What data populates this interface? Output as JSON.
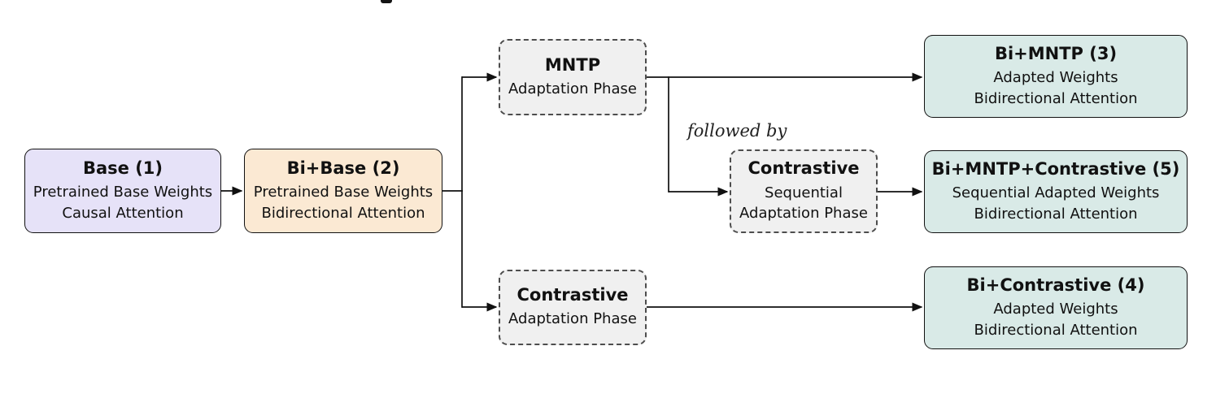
{
  "figure": {
    "type": "flow-diagram",
    "followed_by_label": "followed by",
    "nodes": {
      "base": {
        "title": "Base (1)",
        "lines": [
          "Pretrained Base Weights",
          "Causal Attention"
        ],
        "fill": "#e6e2f8",
        "border": "solid"
      },
      "bi_base": {
        "title": "Bi+Base (2)",
        "lines": [
          "Pretrained Base Weights",
          "Bidirectional Attention"
        ],
        "fill": "#fbe9d3",
        "border": "solid"
      },
      "mntp": {
        "title": "MNTP",
        "lines": [
          "Adaptation Phase"
        ],
        "fill": "#f0f0f0",
        "border": "dashed"
      },
      "contrastive_sequential": {
        "title": "Contrastive",
        "lines": [
          "Sequential",
          "Adaptation Phase"
        ],
        "fill": "#f0f0f0",
        "border": "dashed"
      },
      "contrastive": {
        "title": "Contrastive",
        "lines": [
          "Adaptation Phase"
        ],
        "fill": "#f0f0f0",
        "border": "dashed"
      },
      "bi_mntp": {
        "title": "Bi+MNTP (3)",
        "lines": [
          "Adapted Weights",
          "Bidirectional Attention"
        ],
        "fill": "#d9eae7",
        "border": "solid"
      },
      "bi_mntp_contrastive": {
        "title": "Bi+MNTP+Contrastive (5)",
        "lines": [
          "Sequential Adapted Weights",
          "Bidirectional Attention"
        ],
        "fill": "#d9eae7",
        "border": "solid"
      },
      "bi_contrastive": {
        "title": "Bi+Contrastive (4)",
        "lines": [
          "Adapted Weights",
          "Bidirectional Attention"
        ],
        "fill": "#d9eae7",
        "border": "solid"
      }
    },
    "edges": [
      {
        "from": "base",
        "to": "bi_base",
        "arrow": true
      },
      {
        "from": "bi_base",
        "to": "branch-junction",
        "arrow": false
      },
      {
        "from": "branch-junction",
        "to": "mntp",
        "arrow": true
      },
      {
        "from": "branch-junction",
        "to": "contrastive",
        "arrow": true
      },
      {
        "from": "mntp",
        "to": "bi_mntp",
        "arrow": true
      },
      {
        "from": "mntp",
        "to": "contrastive_sequential",
        "arrow": true,
        "label": "followed by"
      },
      {
        "from": "contrastive_sequential",
        "to": "bi_mntp_contrastive",
        "arrow": true
      },
      {
        "from": "contrastive",
        "to": "bi_contrastive",
        "arrow": true
      }
    ],
    "colors": {
      "base_fill": "#e6e2f8",
      "bi_base_fill": "#fbe9d3",
      "phase_fill": "#f0f0f0",
      "result_fill": "#d9eae7",
      "line_color": "#111111",
      "dashed_border": "#4d4d4d",
      "background": "#ffffff"
    }
  }
}
